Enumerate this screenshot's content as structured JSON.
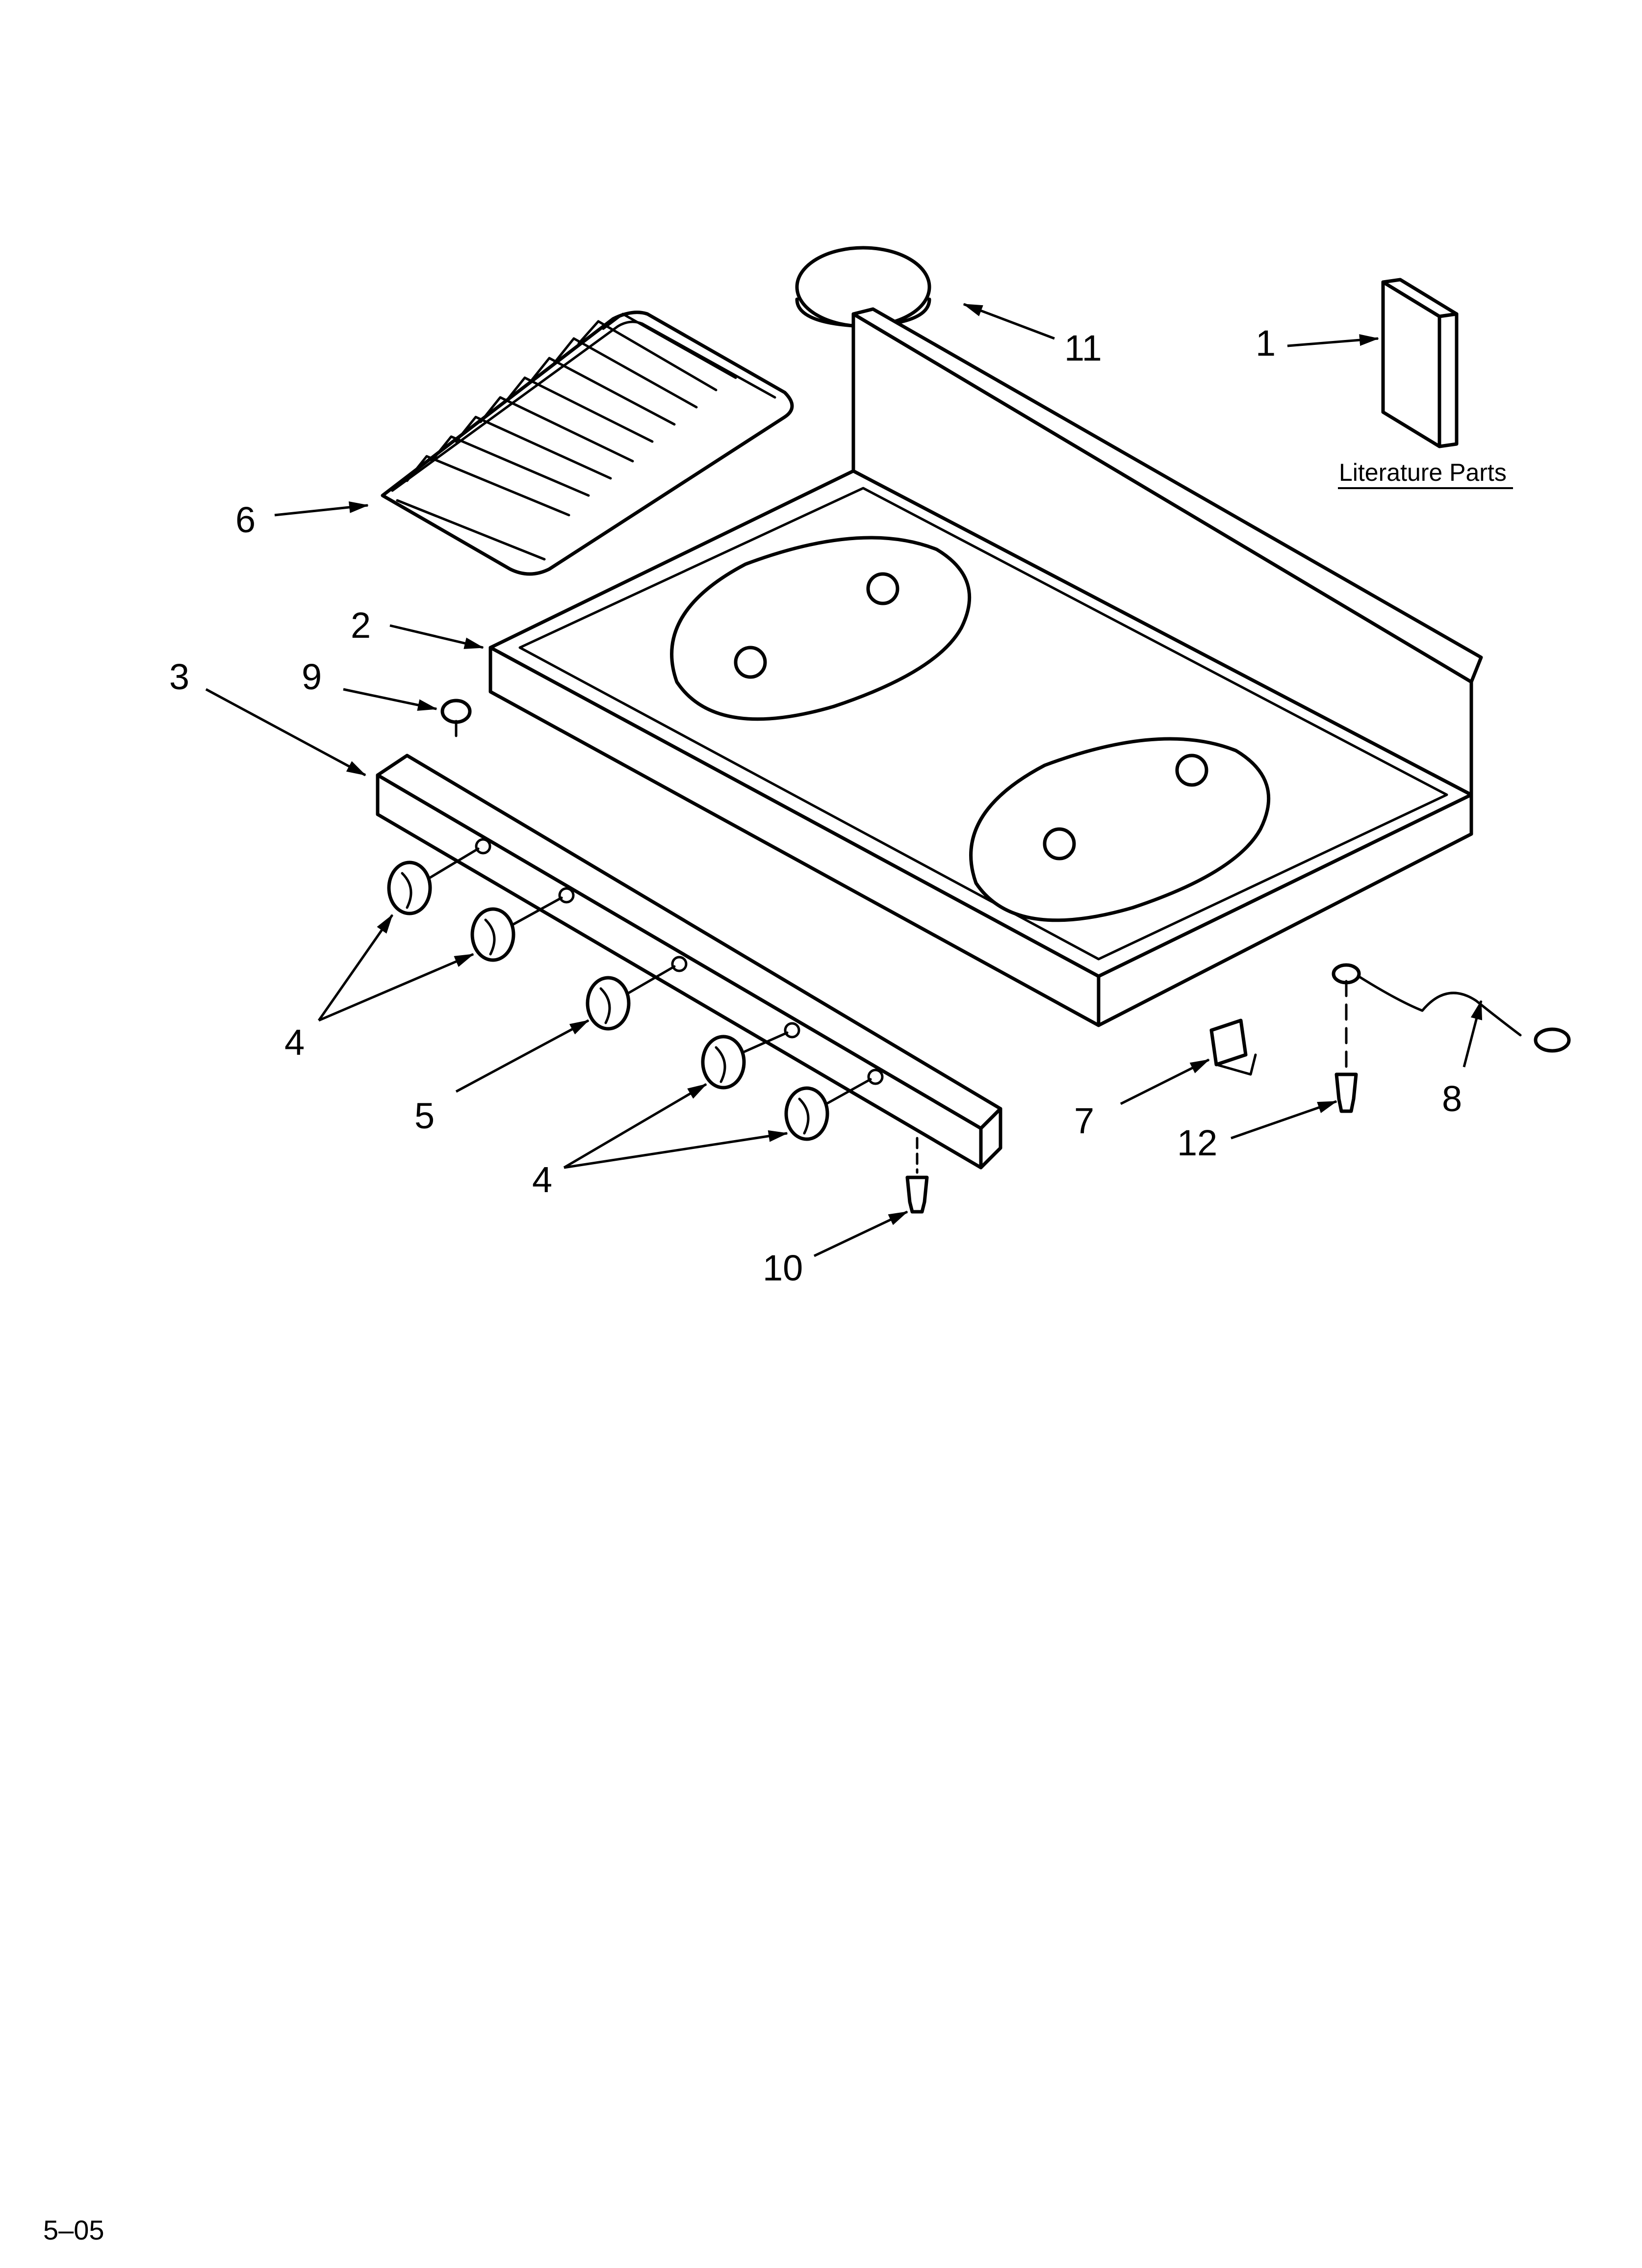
{
  "callouts": {
    "c1": "1",
    "c2": "2",
    "c3": "3",
    "c4a": "4",
    "c4b": "4",
    "c5": "5",
    "c6": "6",
    "c7": "7",
    "c8": "8",
    "c9": "9",
    "c10": "10",
    "c11": "11",
    "c12": "12"
  },
  "literature_label": "Literature Parts",
  "footer_code": "5–05"
}
